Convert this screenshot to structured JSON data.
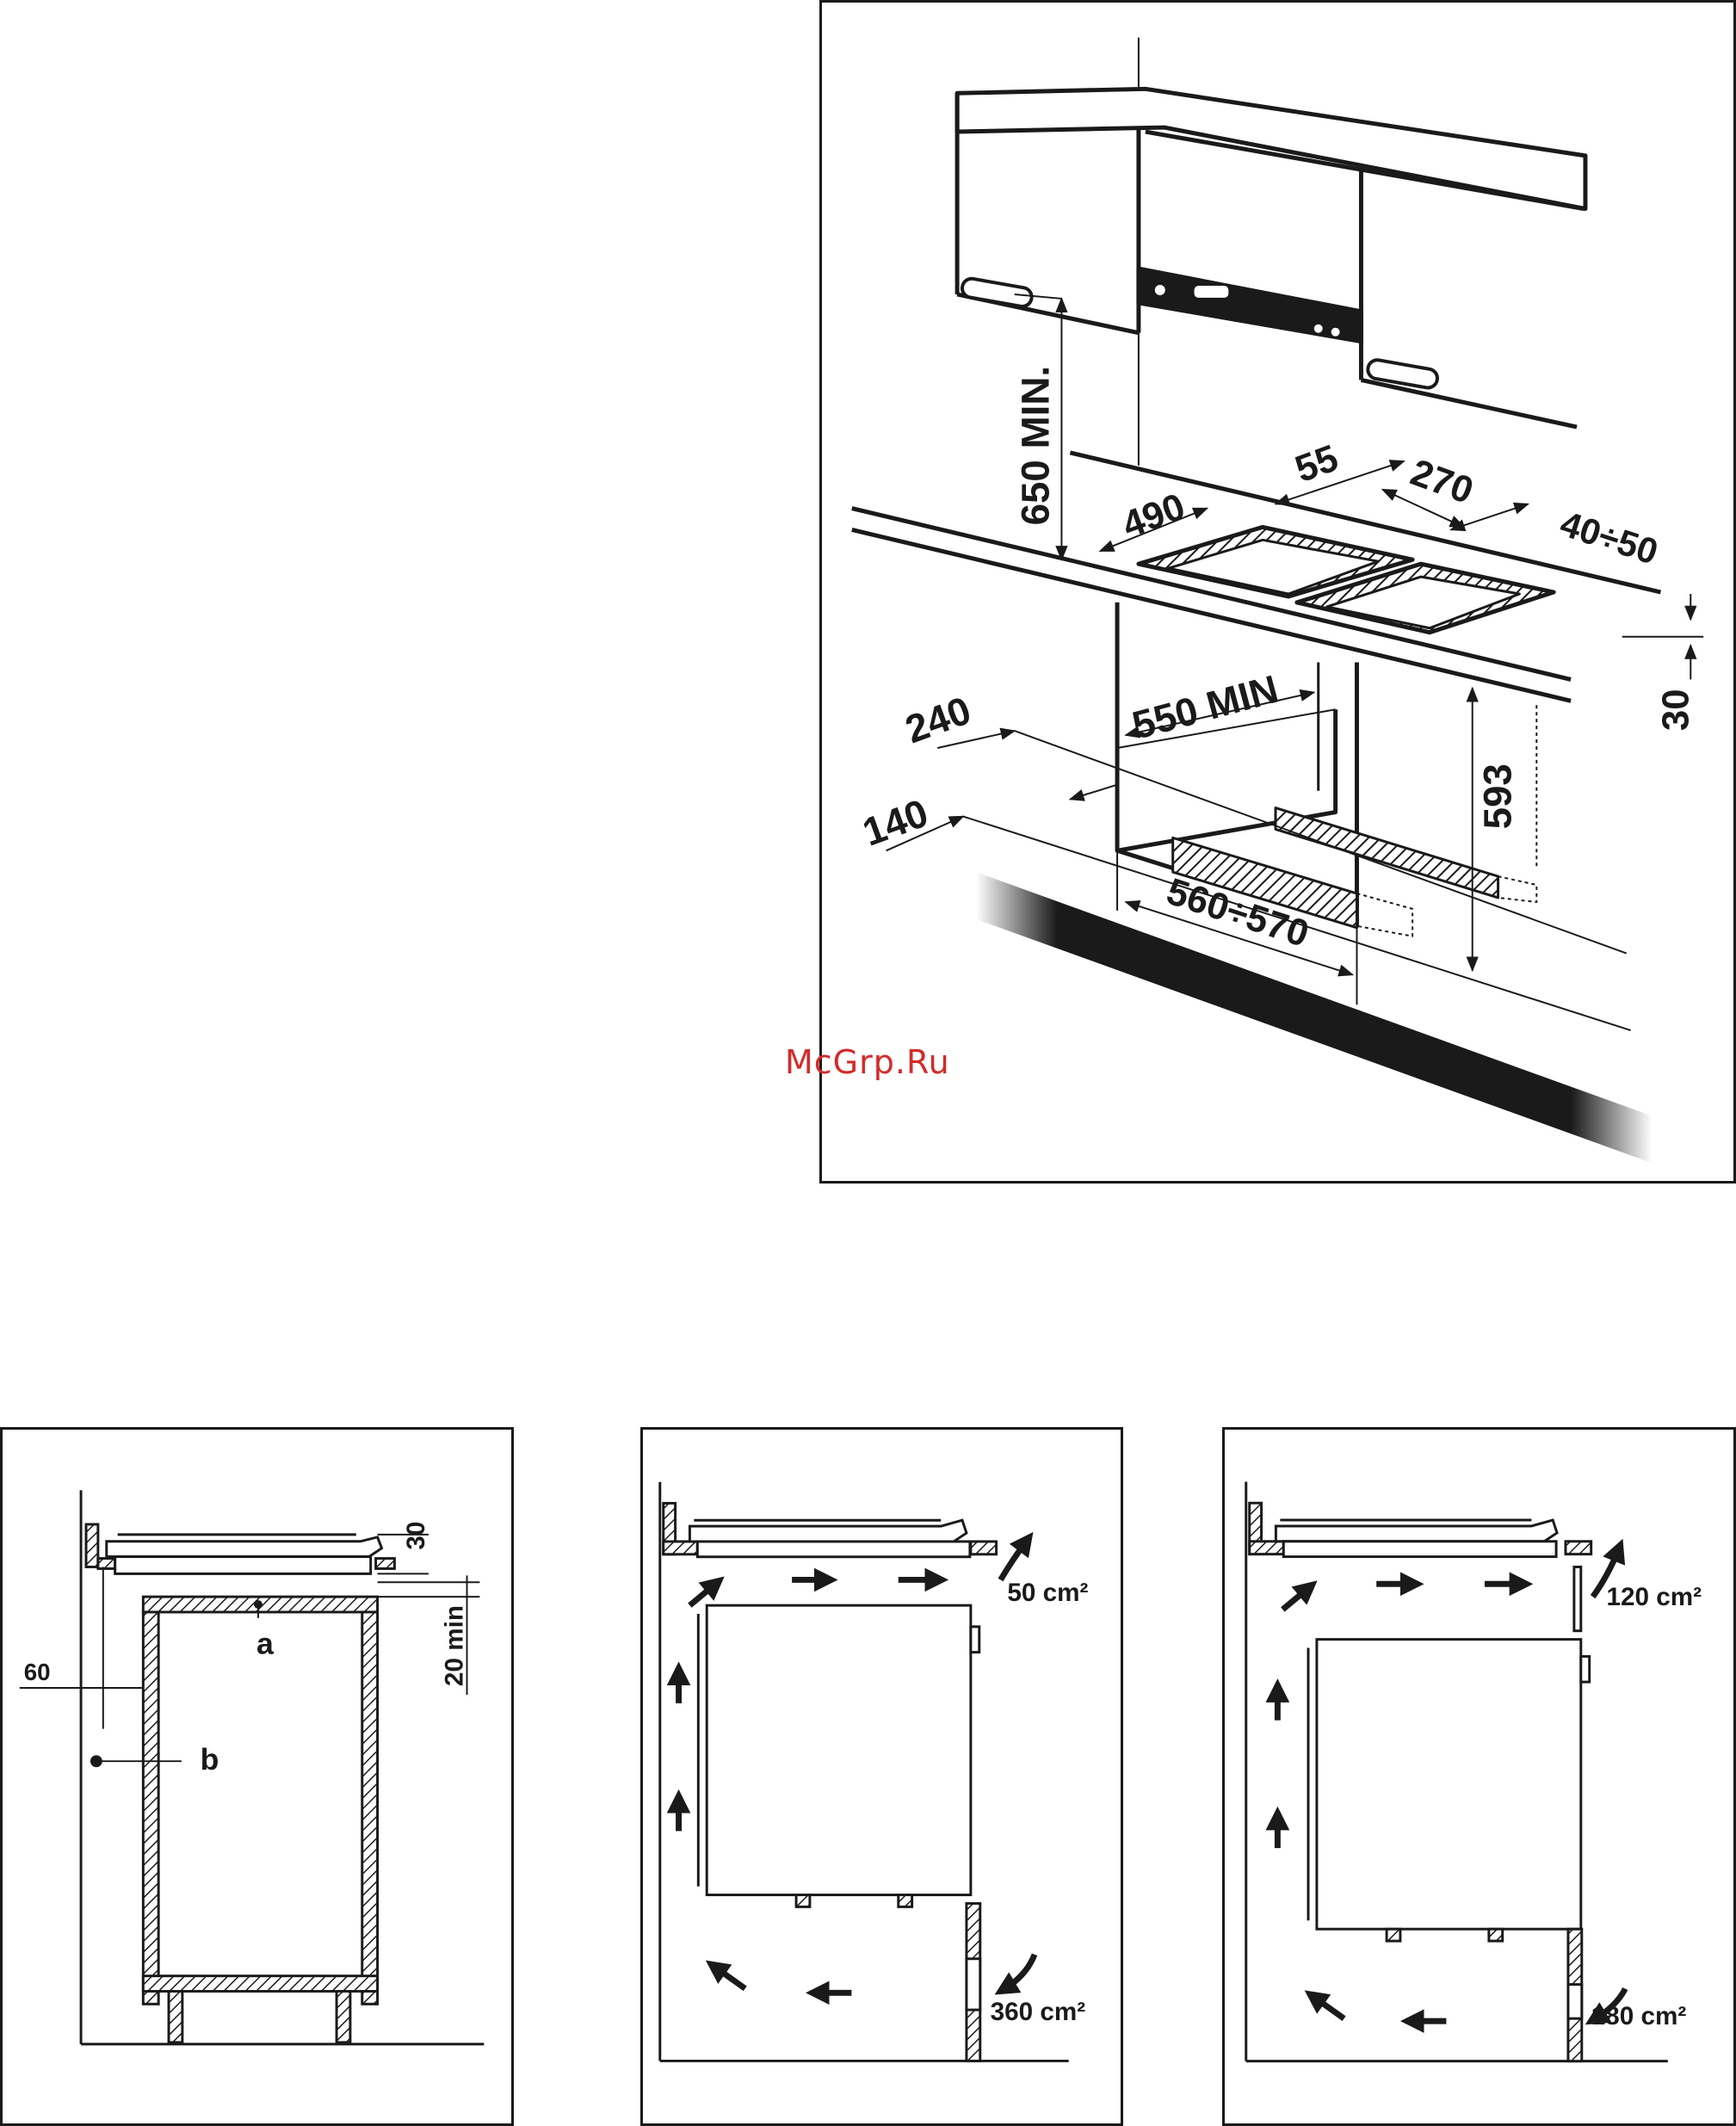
{
  "watermark": "McGrp.Ru",
  "installation_diagram": {
    "dims": {
      "hood_height": "650 MIN.",
      "depth_490": "490",
      "gap_55": "55",
      "width_270": "270",
      "edge_40_50": "40÷50",
      "thickness_30": "30",
      "width_550": "550 MIN",
      "depth_240": "240",
      "depth_140": "140",
      "height_593": "593",
      "width_560_570": "560÷570"
    }
  },
  "section_diagram": {
    "dim_30": "30",
    "dim_20min": "20 min",
    "dim_60": "60",
    "label_a": "a",
    "label_b": "b"
  },
  "ventilation_1": {
    "top_area": "50 cm²",
    "bottom_area": "360 cm²"
  },
  "ventilation_2": {
    "top_area": "120 cm²",
    "bottom_area": "180 cm²"
  },
  "colors": {
    "line": "#1a1a1a",
    "watermark": "#d42a2a"
  }
}
